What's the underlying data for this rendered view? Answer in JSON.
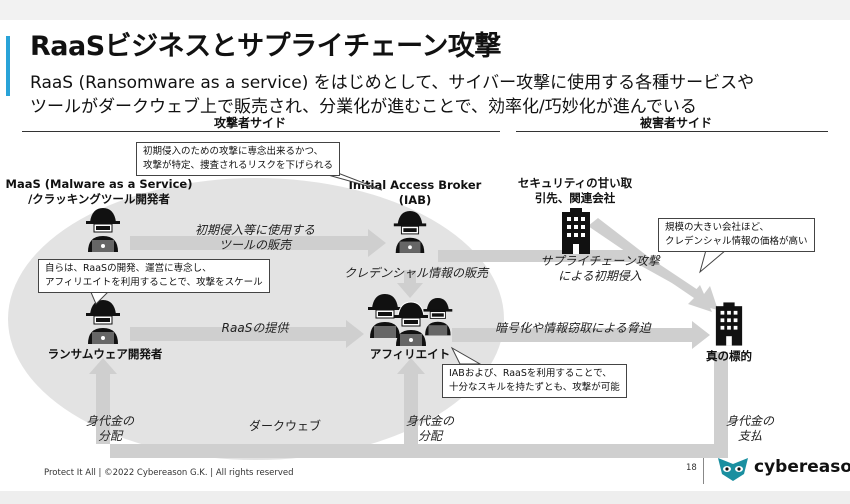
{
  "title": "RaaSビジネスとサプライチェーン攻撃",
  "intro_line1": "RaaS (Ransomware as a service) をはじめとして、サイバー攻撃に使用する各種サービスや",
  "intro_line2": "ツールがダークウェブ上で販売され、分業化が進むことで、効率化/巧妙化が進んでいる",
  "sections": {
    "attacker": "攻撃者サイド",
    "victim": "被害者サイド"
  },
  "actors": {
    "maas_line1": "MaaS (Malware as a Service)",
    "maas_line2": "/クラッキングツール開発者",
    "iab_line1": "Initial Access Broker",
    "iab_line2": "(IAB)",
    "raas_dev": "ランサムウェア開発者",
    "affiliate": "アフィリエイト",
    "weak_line1": "セキュリティの甘い取",
    "weak_line2": "引先、関連会社",
    "target": "真の標的"
  },
  "callouts": {
    "iab_line1": "初期侵入のための攻撃に専念出来るかつ、",
    "iab_line2": "攻撃が特定、捜査されるリスクを下げられる",
    "raas_line1": "自らは、RaaSの開発、運営に専念し、",
    "raas_line2": "アフィリエイトを利用することで、攻撃をスケール",
    "affiliate_line1": "IABおよび、RaaSを利用することで、",
    "affiliate_line2": "十分なスキルを持たずとも、攻撃が可能",
    "price_line1": "規模の大きい会社ほど、",
    "price_line2": "クレデンシャル情報の価格が高い"
  },
  "flows": {
    "tool_sale_line1": "初期侵入等に使用する",
    "tool_sale_line2": "ツールの販売",
    "cred_sale": "クレデンシャル情報の販売",
    "raas_provide": "RaaSの提供",
    "encrypt": "暗号化や情報窃取による脅迫",
    "supply_line1": "サプライチェーン攻撃",
    "supply_line2": "による初期侵入",
    "ransom_dist1_line1": "身代金の",
    "ransom_dist1_line2": "分配",
    "ransom_dist2_line1": "身代金の",
    "ransom_dist2_line2": "分配",
    "ransom_pay_line1": "身代金の",
    "ransom_pay_line2": "支払",
    "darkweb": "ダークウェブ"
  },
  "footer": "Protect It All | ©2022 Cybereason G.K. | All rights reserved",
  "page_number": "18",
  "logo": "cybereason",
  "colors": {
    "accent": "#29a3d8",
    "arrow": "#cfcfcf",
    "ellipse": "#e3e3e3",
    "logo_teal": "#1a8fa0"
  }
}
